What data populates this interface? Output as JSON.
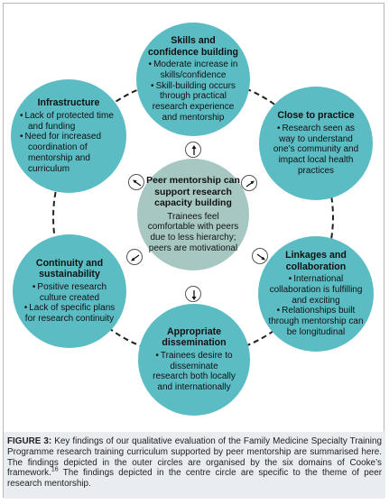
{
  "center": {
    "title": "Peer mentorship can support research capacity building",
    "body": "Trainees feel comfortable with peers due to less hierarchy; peers are motivational"
  },
  "domains": {
    "skills": {
      "title": "Skills and confidence building",
      "items": [
        "Moderate increase in skills/confidence",
        "Skill-building occurs through practical research experience and mentorship"
      ]
    },
    "close_to_practice": {
      "title": "Close to practice",
      "items": [
        "Research seen as way to understand one’s community and impact local health practices"
      ]
    },
    "linkages": {
      "title": "Linkages and collaboration",
      "items": [
        "International collaboration is fulfilling and exciting",
        "Relationships built through mentorship can be longitudinal"
      ]
    },
    "dissemination": {
      "title": "Appropriate dissemination",
      "items": [
        "Trainees desire to disseminate research both locally and internationally"
      ]
    },
    "continuity": {
      "title": "Continuity and sustainability",
      "items": [
        "Positive research culture created",
        "Lack of specific plans for research continuity"
      ]
    },
    "infrastructure": {
      "title": "Infrastructure",
      "items": [
        "Lack of protected time and funding",
        "Need for increased coordination of mentorship and curriculum"
      ]
    }
  },
  "caption": {
    "label": "FIGURE 3:",
    "text_before_ref": "Key findings of our qualitative evaluation of the Family Medicine Specialty Training Programme research training curriculum supported by peer mentorship are summarised here. The findings depicted in the outer circles are organised by the six domains of Cooke’s framework.",
    "ref": "16",
    "text_after_ref": "The findings depicted in the centre circle are specific to the theme of peer research mentorship."
  },
  "colors": {
    "outer_circle": "#5bbcc4",
    "center_circle": "#a7c8c2",
    "caption_background": "#e9ecf0"
  },
  "bullet_glyph": "•"
}
